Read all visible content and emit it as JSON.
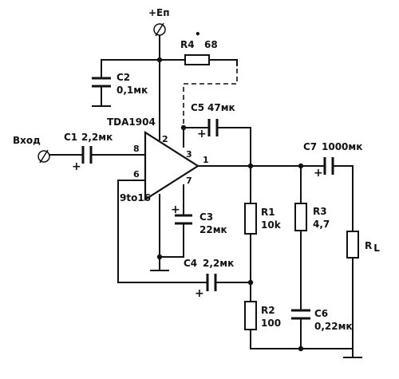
{
  "supply": {
    "label": "+Eп"
  },
  "input": {
    "label": "Вход"
  },
  "ic": {
    "label": "TDA1904",
    "pins": {
      "p2": "2",
      "p3": "3",
      "p8": "8",
      "p6": "6",
      "p1": "1",
      "p7": "7"
    },
    "pin_note": "9to16"
  },
  "components": {
    "c1": {
      "label": "C1",
      "value": "2,2мк"
    },
    "c2": {
      "label": "C2",
      "value": "0,1мк"
    },
    "c3": {
      "label": "C3",
      "value": "22мк"
    },
    "c4": {
      "label": "C4",
      "value": "2,2мк"
    },
    "c5": {
      "label": "C5",
      "value": "47мк"
    },
    "c6": {
      "label": "C6",
      "value": "0,22мк"
    },
    "c7": {
      "label": "C7",
      "value": "1000мк"
    },
    "r1": {
      "label": "R1",
      "value": "10k"
    },
    "r2": {
      "label": "R2",
      "value": "100"
    },
    "r3": {
      "label": "R3",
      "value": "4,7"
    },
    "r4": {
      "label": "R4",
      "marker": "•",
      "value": "68"
    },
    "rl": {
      "label": "R",
      "subscript": "L"
    }
  },
  "polarity": {
    "plus": "+"
  }
}
